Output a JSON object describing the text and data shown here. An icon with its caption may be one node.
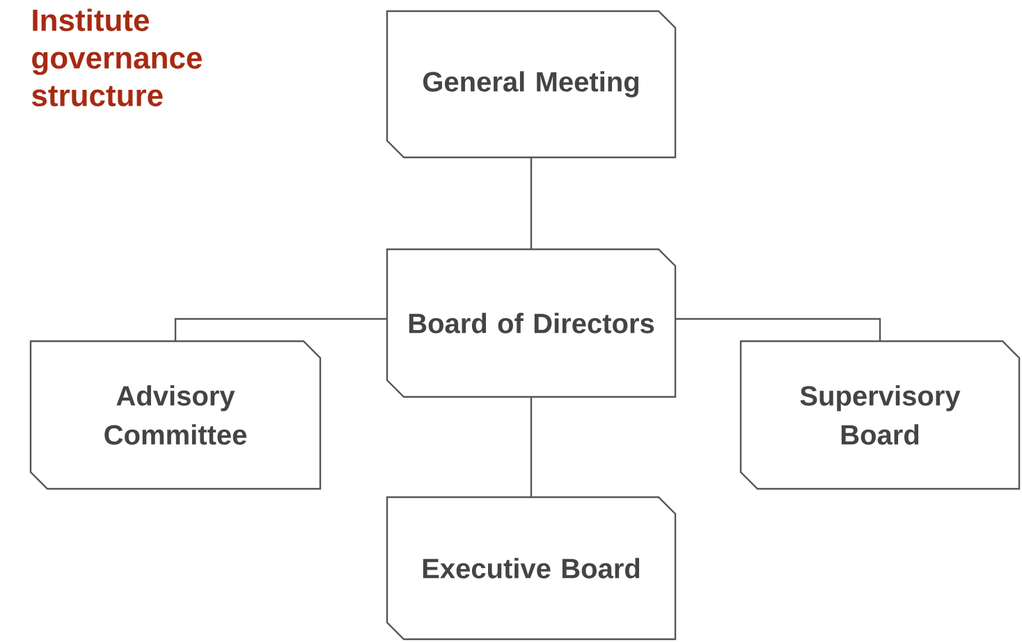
{
  "diagram": {
    "title": "Institute governance structure",
    "nodes": [
      {
        "text": [
          "General Meeting"
        ]
      },
      {
        "text": [
          "Board of Directors"
        ]
      },
      {
        "text": [
          "Advisory Committee"
        ]
      },
      {
        "text": [
          "Supervisory Board"
        ]
      },
      {
        "text": [
          "Executive Board"
        ]
      }
    ],
    "edges": [
      {
        "from": 0,
        "to": 1,
        "arrow": "none"
      },
      {
        "from": 1,
        "to": 2,
        "arrow": "none"
      },
      {
        "from": 1,
        "to": 3,
        "arrow": "none"
      },
      {
        "from": 1,
        "to": 4,
        "arrow": "none"
      }
    ]
  }
}
